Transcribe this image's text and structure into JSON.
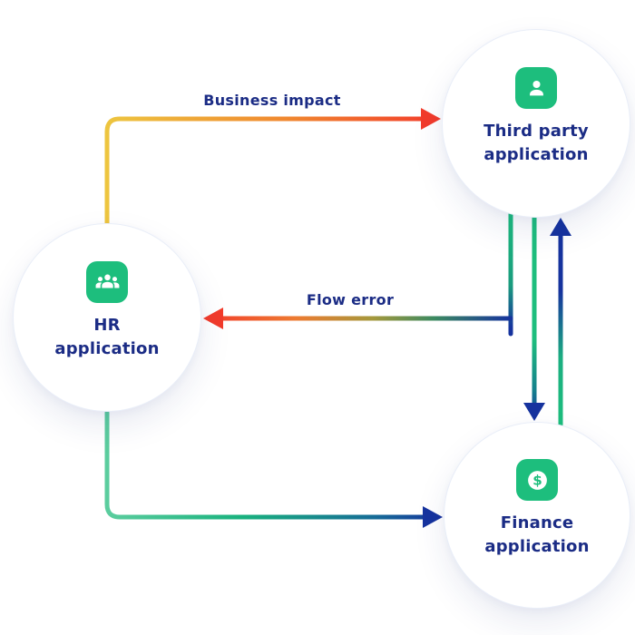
{
  "diagram": {
    "nodes": {
      "third_party": {
        "label": "Third party application",
        "icon": "person-icon"
      },
      "hr": {
        "label": "HR application",
        "icon": "people-icon"
      },
      "finance": {
        "label": "Finance application",
        "icon": "dollar-icon"
      }
    },
    "edges": {
      "business_impact": {
        "label": "Business impact",
        "from": "HR application",
        "to": "Third party application",
        "arrowhead_color": "#f23b2b"
      },
      "flow_error": {
        "label": "Flow error",
        "from": "Third party application",
        "to": "HR application",
        "arrowhead_color": "#f23b2b"
      },
      "third_to_finance": {
        "label": "",
        "from": "Third party application",
        "to": "Finance application",
        "arrowhead_color": "#16339e"
      },
      "finance_to_third": {
        "label": "",
        "from": "Finance application",
        "to": "Third party application",
        "arrowhead_color": "#16339e"
      },
      "hr_to_finance": {
        "label": "",
        "from": "HR application",
        "to": "Finance application",
        "arrowhead_color": "#16339e"
      }
    },
    "colors": {
      "icon_green": "#1dbe7d",
      "text_navy": "#1b2c85",
      "arrow_navy": "#16339e",
      "arrow_red": "#f23b2b",
      "arrow_orange": "#ed7a31",
      "arrow_yellow": "#edc53f",
      "arrow_green": "#1dbe7d",
      "node_fill": "#ffffff"
    }
  }
}
